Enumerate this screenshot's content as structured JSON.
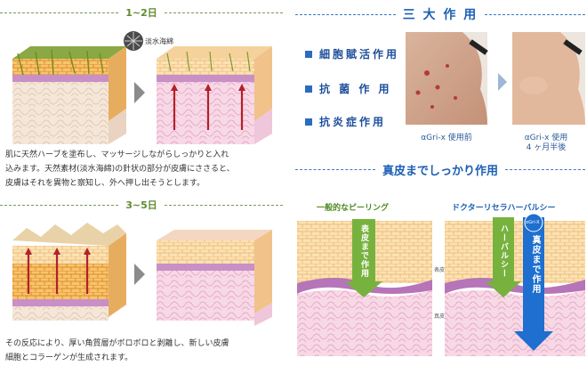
{
  "left": {
    "step1_label": "1~2日",
    "herb_label": "淡水海綿",
    "step1_text_line1": "肌に天然ハーブを塗布し、マッサージしながらしっかりと入れ",
    "step1_text_line2": "込みます。天然素材(淡水海綿)の針状の部分が皮膚にささると、",
    "step1_text_line3": "皮膚はそれを異物と察知し、外へ押し出そうとします。",
    "step2_label": "3~5日",
    "step2_text_line1": "その反応により、厚い角質層がボロボロと剥離し、新しい皮膚",
    "step2_text_line2": "細胞とコラーゲンが生成されます。"
  },
  "right": {
    "effects_title": "三 大 作 用",
    "effects": [
      "細胞賦活作用",
      "抗 菌 作 用",
      "抗炎症作用"
    ],
    "before_caption_line1": "αGri-x 使用前",
    "after_caption_line1": "αGri-x 使用",
    "after_caption_line2": "4 ヶ月半後",
    "deep_title": "真皮までしっかり作用",
    "peel_label": "一般的なピーリング",
    "doctor_label": "ドクターリセラハーバルシー",
    "arrow_peel": "表皮まで作用",
    "arrow_herbal": "ハーバルシー",
    "arrow_deep": "真皮まで作用",
    "badge_text": "αGri-X",
    "layer_epidermis": "表皮",
    "layer_dermis": "真皮"
  },
  "colors": {
    "green": "#5e8a2e",
    "blue": "#1b5fb5",
    "skin_orange": "#f2b25a",
    "dermis_pink": "#f4cfe1"
  }
}
